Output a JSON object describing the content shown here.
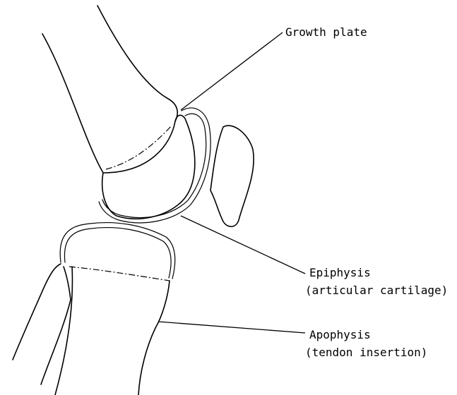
{
  "labels": {
    "growth_plate": "Growth plate",
    "epiphysis_line1": "Epiphysis",
    "epiphysis_line2": "(articular cartilage)",
    "apophysis_line1": "Apophysis",
    "apophysis_line2": "(tendon insertion)"
  }
}
